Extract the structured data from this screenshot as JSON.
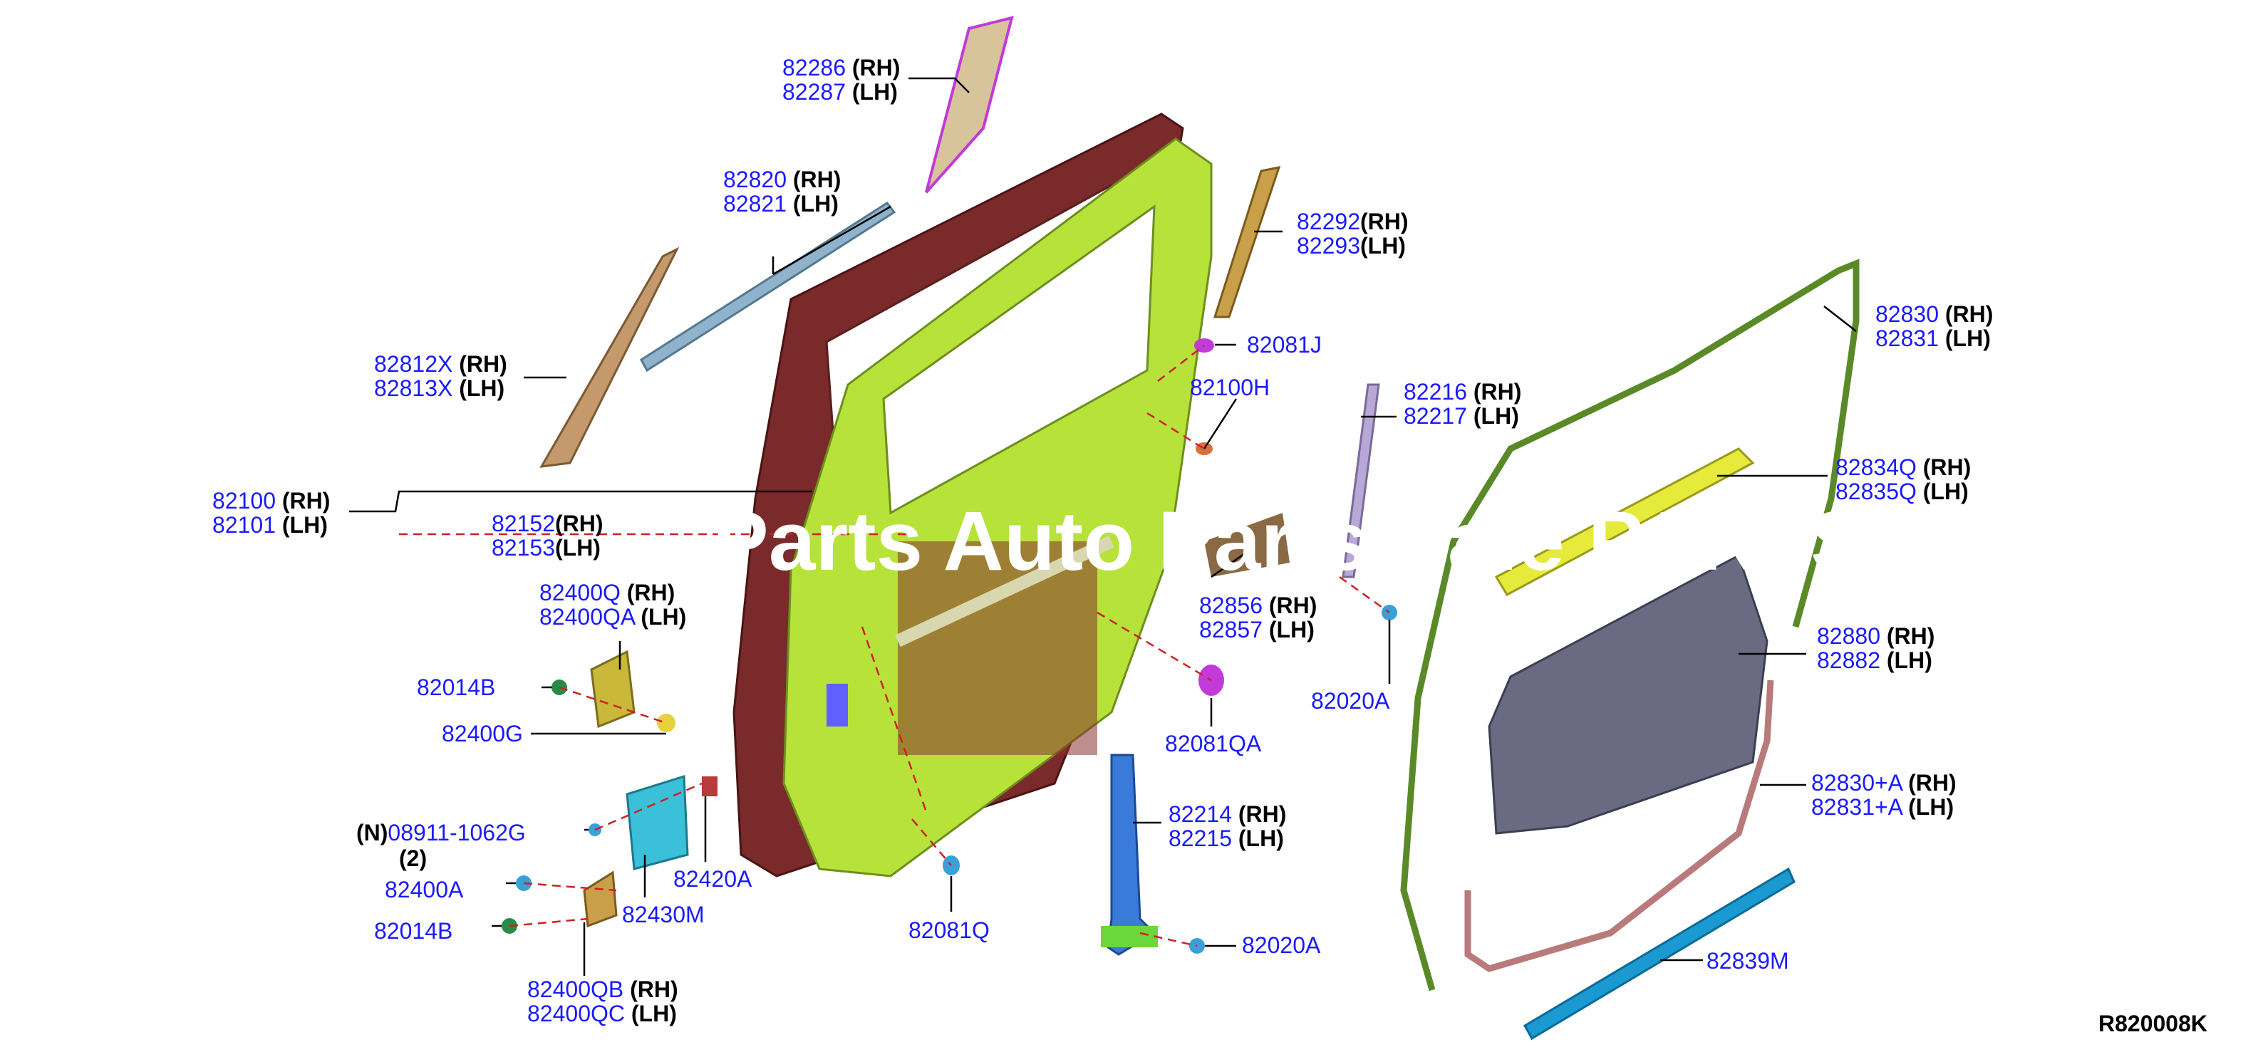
{
  "diagram": {
    "reference_code": "R820008K",
    "watermark": "Parts Auto Parts Sale PARTS",
    "colors": {
      "part_number": "#1a1aff",
      "side_marker": "#000000",
      "door_outer_panel": "#7a2a2a",
      "door_inner_frame": "#b6e23a",
      "weatherstrip": "#5a8a28",
      "dash_line": "#d02020"
    },
    "labels": {
      "c82286": {
        "part": "82286",
        "side": "(RH)"
      },
      "c82287": {
        "part": "82287",
        "side": "(LH)"
      },
      "c82820": {
        "part": "82820",
        "side": "(RH)"
      },
      "c82821": {
        "part": "82821",
        "side": "(LH)"
      },
      "c82292": {
        "part": "82292",
        "side": "(RH)"
      },
      "c82293": {
        "part": "82293",
        "side": "(LH)"
      },
      "c82812X": {
        "part": "82812X",
        "side": "(RH)"
      },
      "c82813X": {
        "part": "82813X",
        "side": "(LH)"
      },
      "c82081J": {
        "part": "82081J"
      },
      "c82100H": {
        "part": "82100H"
      },
      "c82216": {
        "part": "82216",
        "side": "(RH)"
      },
      "c82217": {
        "part": "82217",
        "side": "(LH)"
      },
      "c82830": {
        "part": "82830",
        "side": "(RH)"
      },
      "c82831": {
        "part": "82831",
        "side": "(LH)"
      },
      "c82834Q": {
        "part": "82834Q",
        "side": "(RH)"
      },
      "c82835Q": {
        "part": "82835Q",
        "side": "(LH)"
      },
      "c82100": {
        "part": "82100",
        "side": "(RH)"
      },
      "c82101": {
        "part": "82101",
        "side": "(LH)"
      },
      "c82152": {
        "part": "82152",
        "side": "(RH)"
      },
      "c82153": {
        "part": "82153",
        "side": "(LH)"
      },
      "c82400Q": {
        "part": "82400Q",
        "side": "(RH)"
      },
      "c82400QA": {
        "part": "82400QA",
        "side": "(LH)"
      },
      "c82856": {
        "part": "82856",
        "side": "(RH)"
      },
      "c82857": {
        "part": "82857",
        "side": "(LH)"
      },
      "c82020A_top": {
        "part": "82020A"
      },
      "c82880": {
        "part": "82880",
        "side": "(RH)"
      },
      "c82882": {
        "part": "82882",
        "side": "(LH)"
      },
      "c82014B_top": {
        "part": "82014B"
      },
      "c82400G": {
        "part": "82400G"
      },
      "c82081QA": {
        "part": "82081QA"
      },
      "c82830A": {
        "part": "82830+A",
        "side": "(RH)"
      },
      "c82831A": {
        "part": "82831+A",
        "side": "(LH)"
      },
      "c82214": {
        "part": "82214",
        "side": "(RH)"
      },
      "c82215": {
        "part": "82215",
        "side": "(LH)"
      },
      "c08911": {
        "prefix": "(N)",
        "part": "08911-1062G",
        "qty": "(2)"
      },
      "c82420A": {
        "part": "82420A"
      },
      "c82400A": {
        "part": "82400A"
      },
      "c82430M": {
        "part": "82430M"
      },
      "c82081Q": {
        "part": "82081Q"
      },
      "c82014B_bot": {
        "part": "82014B"
      },
      "c82020A_bot": {
        "part": "82020A"
      },
      "c82839M": {
        "part": "82839M"
      },
      "c82400QB": {
        "part": "82400QB",
        "side": "(RH)"
      },
      "c82400QC": {
        "part": "82400QC",
        "side": "(LH)"
      }
    }
  }
}
